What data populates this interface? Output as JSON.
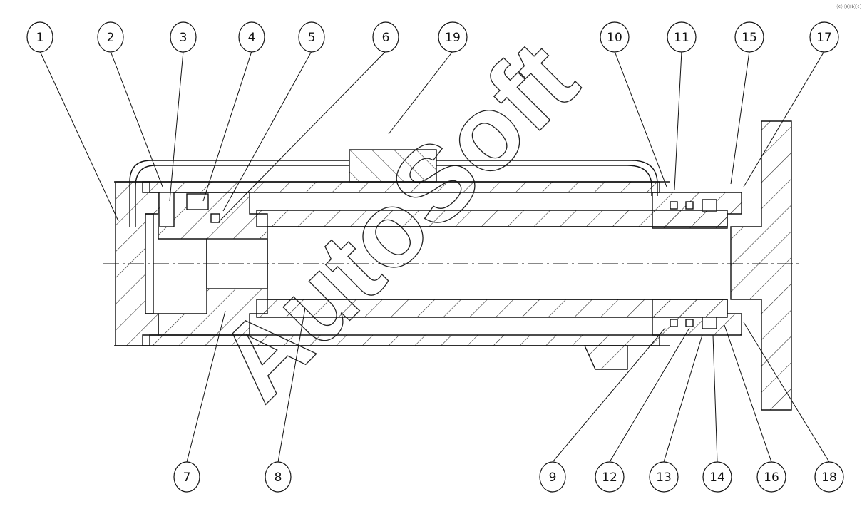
{
  "diagram": {
    "type": "hydraulic cylinder cross-section",
    "balloons_top": [
      "1",
      "2",
      "3",
      "4",
      "5",
      "6",
      "19",
      "10",
      "11",
      "15",
      "17"
    ],
    "balloons_bottom": [
      "7",
      "8",
      "9",
      "12",
      "13",
      "14",
      "16",
      "18"
    ],
    "watermark": "AutoSoft",
    "corner_mark": "ⓒ ⓐⓑⓒ"
  }
}
